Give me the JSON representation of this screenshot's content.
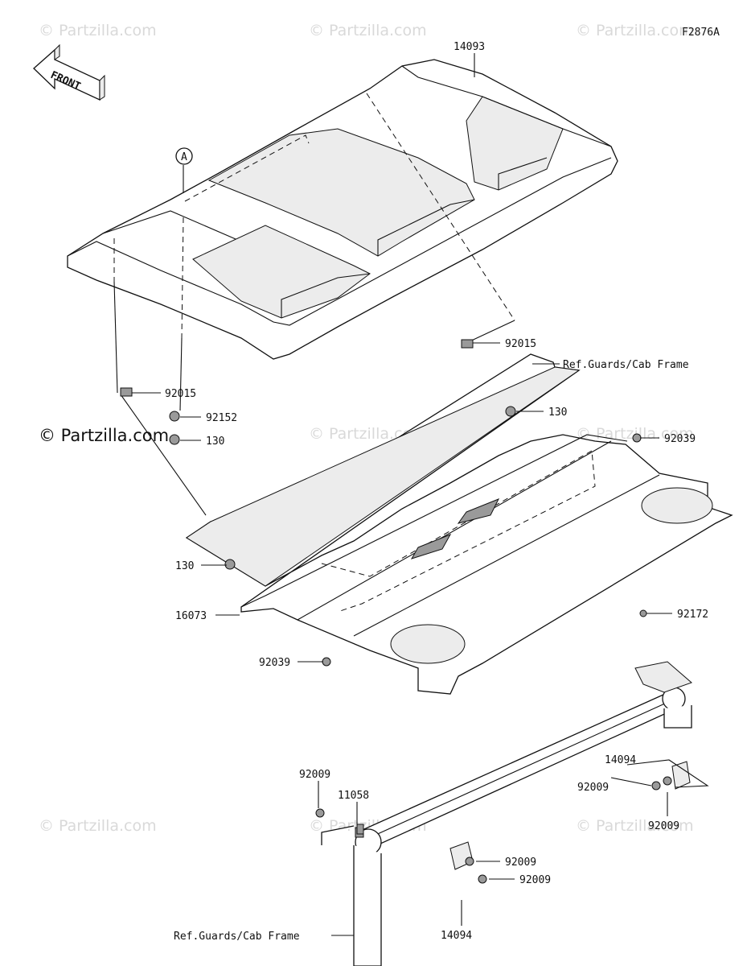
{
  "diagram_code": "F2876A",
  "front_label": "FRONT",
  "watermark": "© Partzilla.com",
  "ref_marker": "A",
  "labels": {
    "p14093": "14093",
    "p92015_top": "92015",
    "ref_guards_top": "Ref.Guards/Cab Frame",
    "p92015_left": "92015",
    "p92152": "92152",
    "p130_left": "130",
    "p130_right": "130",
    "p92039_right": "92039",
    "p130_bottom": "130",
    "p16073": "16073",
    "p92172": "92172",
    "p92039_bottom": "92039",
    "p92009_left": "92009",
    "p11058": "11058",
    "p14094_right": "14094",
    "p92009_right1": "92009",
    "p92009_right2": "92009",
    "p92009_mid1": "92009",
    "p92009_mid2": "92009",
    "p14094_bottom": "14094",
    "ref_guards_bottom": "Ref.Guards/Cab Frame"
  }
}
